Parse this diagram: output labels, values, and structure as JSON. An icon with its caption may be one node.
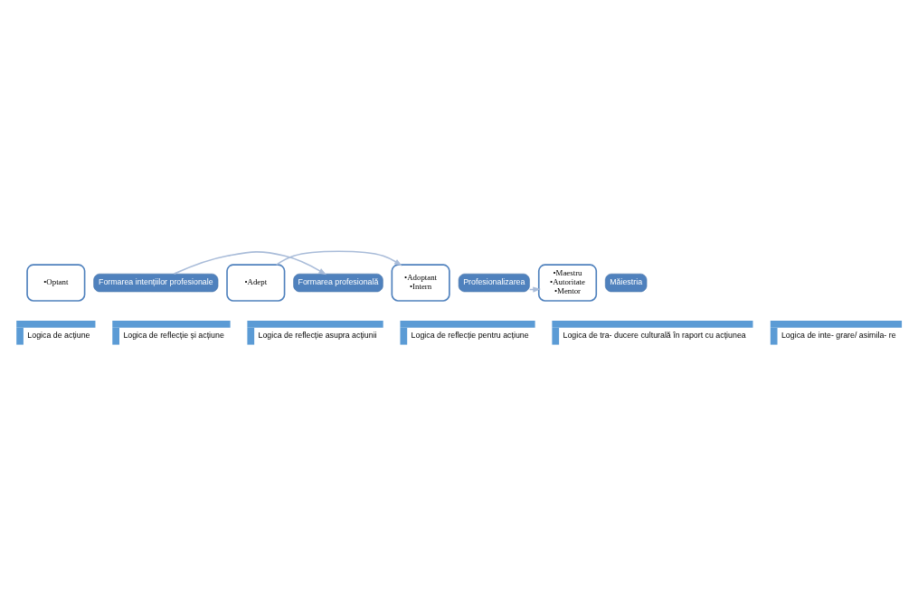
{
  "diagram": {
    "nodes": [
      {
        "text": [
          "•Optant"
        ]
      },
      {
        "text": [
          "Formarea intențiilor profesionale"
        ]
      },
      {
        "text": [
          "•Adept"
        ]
      },
      {
        "text": [
          "Formarea profesională"
        ]
      },
      {
        "text": [
          "•Adoptant",
          "•Intern"
        ]
      },
      {
        "text": [
          "Profesionalizarea"
        ]
      },
      {
        "text": [
          "•Maestru",
          "•Autoritate",
          "•Mentor"
        ]
      },
      {
        "text": [
          "Măiestria"
        ]
      },
      {
        "text": [
          "Logica de acțiune"
        ]
      },
      {
        "text": [
          "Logica de reflecție și acțiune"
        ]
      },
      {
        "text": [
          "Logica de reflecție asupra acțiunii"
        ]
      },
      {
        "text": [
          "Logica de reflecție pentru acțiune"
        ]
      },
      {
        "text": [
          "Logica de tra- ducere culturală în raport cu acțiunea"
        ]
      },
      {
        "text": [
          "Logica de inte- grare/ asimila- re"
        ]
      }
    ],
    "edges": [
      {
        "from": 1,
        "to": 3,
        "arrow": "to"
      },
      {
        "from": 2,
        "to": 4,
        "arrow": "to"
      },
      {
        "from": 5,
        "to": 6,
        "arrow": "to"
      }
    ]
  }
}
